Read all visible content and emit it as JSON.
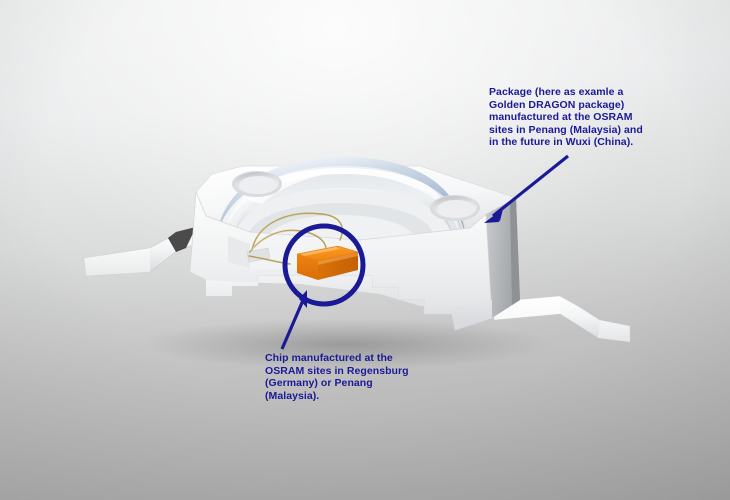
{
  "image": {
    "subject": "Cutaway 3D render of an OSRAM Golden DRAGON high-power LED package",
    "background": {
      "top_color": "#ececed",
      "bottom_color": "#a8a8a8"
    }
  },
  "annotations": {
    "accent_color": "#1a1a96",
    "package": {
      "name": "package-callout",
      "text": "Package (here as examle a Golden DRAGON package) manufactured at the OSRAM sites in Penang (Malaysia) and in the future in Wuxi (China).",
      "arrow": "arrow pointing down-left to package body"
    },
    "chip": {
      "name": "chip-callout",
      "text": "Chip manufactured at the OSRAM sites in Regensburg (Germany) or Penang (Malaysia).",
      "arrow": "arrow pointing up-right to circled chip"
    }
  },
  "parts": {
    "lens_dome": {
      "label": "silicone dome lens",
      "color": "#b9c6d6"
    },
    "housing": {
      "label": "white molded housing",
      "color": "#f4f5f6"
    },
    "chip": {
      "label": "LED semiconductor chip",
      "color": "#f58220"
    },
    "bond_wires": {
      "label": "gold bond wires",
      "color": "#b8a martin"
    },
    "leads": {
      "label": "bent metal leadframe pins",
      "color": "#f2f3f4"
    },
    "mounting_holes": {
      "label": "mounting holes",
      "count": 2
    },
    "highlight_circle": {
      "label": "chip highlight circle",
      "color": "#1a1a96"
    }
  }
}
